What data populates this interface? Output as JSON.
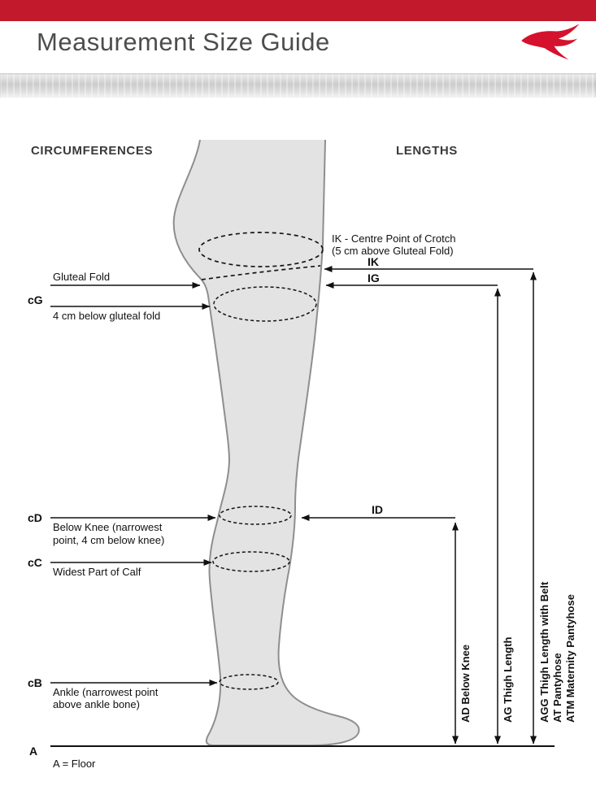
{
  "colors": {
    "top_bar_red": "#c21a2c",
    "logo_red": "#d4122e",
    "leg_fill": "#e3e3e3",
    "leg_outline": "#8e8e8e",
    "line_black": "#111111",
    "title_gray": "#4d4d4d"
  },
  "header": {
    "title": "Measurement Size Guide"
  },
  "headings": {
    "circumferences": "CIRCUMFERENCES",
    "lengths": "LENGTHS"
  },
  "circumferences": {
    "cg": {
      "code": "cG",
      "label_top": "Gluteal Fold",
      "label_bottom": "4 cm below gluteal fold"
    },
    "cd": {
      "code": "cD",
      "label_line1": "Below Knee (narrowest",
      "label_line2": "point, 4 cm below knee)"
    },
    "cc": {
      "code": "cC",
      "label": "Widest Part of Calf"
    },
    "cb": {
      "code": "cB",
      "label_line1": "Ankle (narrowest point",
      "label_line2": "above ankle bone)"
    },
    "a": {
      "code": "A",
      "label": "A = Floor"
    }
  },
  "lengths": {
    "ik_note_line1": "IK - Centre Point of Crotch",
    "ik_note_line2": "(5 cm above Gluteal Fold)",
    "ik_code": "IK",
    "ig_code": "IG",
    "id_code": "ID",
    "ad_label": "AD Below Knee",
    "ag_label": "AG Thigh Length",
    "agg_label": "AGG Thigh Length with Belt",
    "at_label": "AT Pantyhose",
    "atm_label": "ATM Maternity Pantyhose"
  }
}
